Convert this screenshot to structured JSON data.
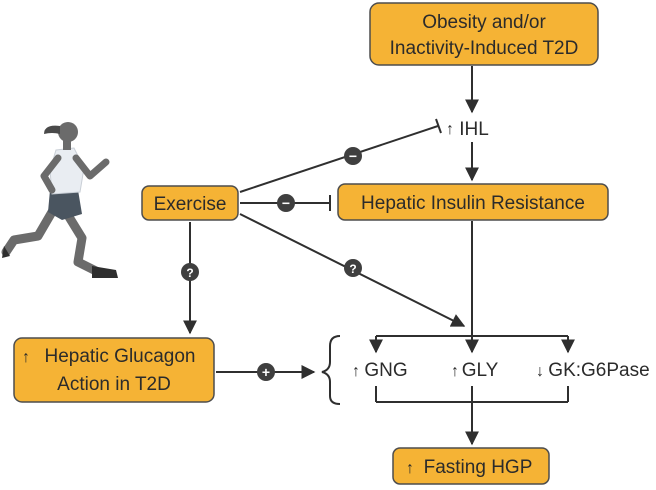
{
  "nodes": {
    "cause": {
      "line1": "Obesity and/or",
      "line2": "Inactivity-Induced T2D"
    },
    "ihl": {
      "arrow": "↑",
      "label": "IHL"
    },
    "exercise": {
      "label": "Exercise"
    },
    "resistance": {
      "label": "Hepatic Insulin Resistance"
    },
    "glucagon": {
      "arrow": "↑",
      "line1": "Hepatic Glucagon",
      "line2": "Action in T2D"
    },
    "gng": {
      "arrow": "↑",
      "label": "GNG"
    },
    "gly": {
      "arrow": "↑",
      "label": "GLY"
    },
    "gk": {
      "arrow": "↓",
      "label": "GK:G6Pase"
    },
    "hgp": {
      "arrow": "↑",
      "label": "Fasting HGP"
    }
  },
  "badges": {
    "minus_ihl": "−",
    "minus_resistance": "−",
    "question_hgp": "?",
    "question_glucagon": "?",
    "plus_glucagon": "+"
  },
  "colors": {
    "box_fill": "#f5b335",
    "box_stroke": "#4d4d4d",
    "line": "#2f2f2f",
    "badge": "#3f3f3f",
    "runner_skin": "#6b6b6b",
    "runner_shirt": "#e9edf2",
    "runner_shorts": "#4a5560"
  },
  "icons": {
    "runner": "running-person-icon"
  }
}
